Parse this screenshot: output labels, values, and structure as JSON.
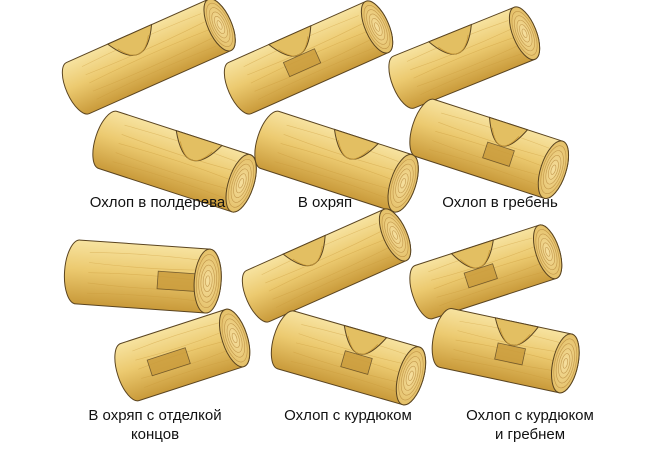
{
  "captions": [
    {
      "lines": [
        "Охлоп в полдерева"
      ]
    },
    {
      "lines": [
        "В охряп"
      ]
    },
    {
      "lines": [
        "Охлоп в гребень"
      ]
    },
    {
      "lines": [
        "В охряп с отделкой",
        "концов"
      ]
    },
    {
      "lines": [
        "Охлоп с курдюком"
      ]
    },
    {
      "lines": [
        "Охлоп с курдюком",
        "и гребнем"
      ]
    }
  ],
  "colors": {
    "wood_light": "#f3d98a",
    "wood_mid": "#e3bf62",
    "wood_dark": "#c99a3a",
    "outline": "#5a4420",
    "end_grain": "#eed08a",
    "ring": "#b88a3e"
  }
}
